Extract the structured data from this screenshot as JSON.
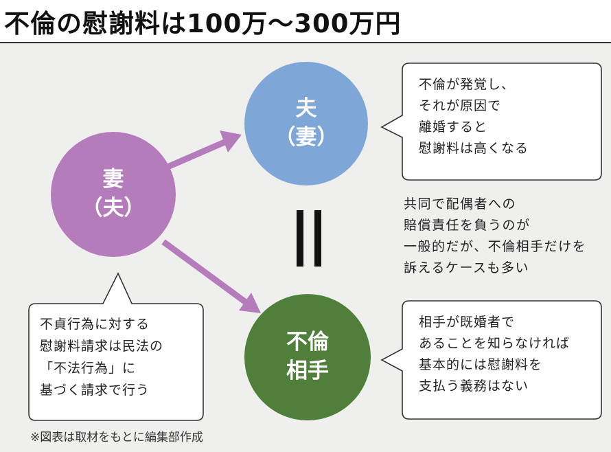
{
  "title": "不倫の慰謝料は100万～300万円",
  "colors": {
    "wife": "#b57cbc",
    "husband": "#7ea6d6",
    "partner": "#4f7f3a",
    "arrow": "#b57cbc",
    "background": "#efefee"
  },
  "nodes": {
    "wife": {
      "line1": "妻",
      "line2": "（夫）"
    },
    "husband": {
      "line1": "夫",
      "line2": "（妻）"
    },
    "partner": {
      "line1": "不倫",
      "line2": "相手"
    }
  },
  "callouts": {
    "top_right": [
      "不倫が発覚し、",
      "それが原因で",
      "離婚すると",
      "慰謝料は高くなる"
    ],
    "middle_right": [
      "共同で配偶者への",
      "賠償責任を負うのが",
      "一般的だが、不倫相手だけを",
      "訴えるケースも多い"
    ],
    "bottom_left": [
      "不貞行為に対する",
      "慰謝料請求は民法の",
      "「不法行為」に",
      "基づく請求で行う"
    ],
    "bottom_right": [
      "相手が既婚者で",
      "あることを知らなければ",
      "基本的には慰謝料を",
      "支払う義務はない"
    ]
  },
  "footnote": "※図表は取材をもとに編集部作成"
}
